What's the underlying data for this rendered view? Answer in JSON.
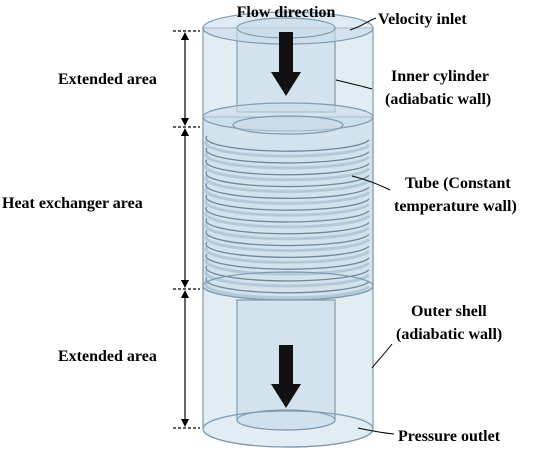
{
  "labels": {
    "flow_direction": "Flow direction",
    "velocity_inlet": "Velocity inlet",
    "inner_cylinder_line1": "Inner cylinder",
    "inner_cylinder_line2": "(adiabatic wall)",
    "tube_line1": "Tube (Constant",
    "tube_line2": "temperature wall)",
    "outer_shell_line1": "Outer shell",
    "outer_shell_line2": "(adiabatic wall)",
    "pressure_outlet": "Pressure outlet",
    "extended_area_top": "Extended area",
    "heat_exchanger_area": "Heat exchanger area",
    "extended_area_bottom": "Extended area"
  },
  "colors": {
    "shell_fill": "#c9dcea",
    "shell_stroke": "#7f9bb0",
    "coil_fill": "#b3c9d9",
    "coil_stroke": "#6f8798",
    "arrow": "#111111"
  }
}
